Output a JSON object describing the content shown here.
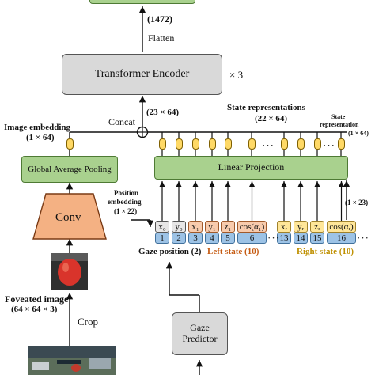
{
  "top": {
    "dim": "(1472)",
    "flatten": "Flatten"
  },
  "transformer": {
    "label": "Transformer Encoder",
    "repeat": "× 3"
  },
  "concat": {
    "label": "Concat",
    "dim": "(23 × 64)"
  },
  "image_embedding": {
    "title": "Image embedding",
    "dim": "(1 × 64)"
  },
  "state_repr": {
    "title": "State representations",
    "dim": "(22 × 64)"
  },
  "state_repr_single": {
    "line1": "State",
    "line2": "representation",
    "dim": "(1 × 64)"
  },
  "gap": {
    "label": "Global Average Pooling"
  },
  "linear": {
    "label": "Linear Projection"
  },
  "conv": {
    "label": "Conv"
  },
  "position_embedding": {
    "line1": "Position",
    "line2": "embedding",
    "dim": "(1 × 22)"
  },
  "input_dim": "(1 × 23)",
  "state_symbols": [
    "x₀",
    "y₀",
    "x₁",
    "y₁",
    "z₁",
    "cos(α₁)",
    "xᵣ",
    "yᵣ",
    "zᵣ",
    "cos(αᵣ)"
  ],
  "state_indices": [
    "1",
    "2",
    "3",
    "4",
    "5",
    "6",
    "13",
    "14",
    "15",
    "16"
  ],
  "ellipsis": "···",
  "groups": {
    "gaze": "Gaze position (2)",
    "left": "Left state (10)",
    "right": "Right state (10)"
  },
  "foveated": {
    "title": "Foveated image",
    "dim": "(64 × 64 × 3)"
  },
  "crop": "Crop",
  "gaze_predictor": {
    "label": "Gaze Predictor"
  },
  "colors": {
    "green": "#a9d18e",
    "gray": "#d9d9d9",
    "conv": "#f4b183",
    "blue": "#9dc3e6",
    "token": "#ffd966",
    "left_text": "#c55a11",
    "right_text": "#bf9000"
  }
}
